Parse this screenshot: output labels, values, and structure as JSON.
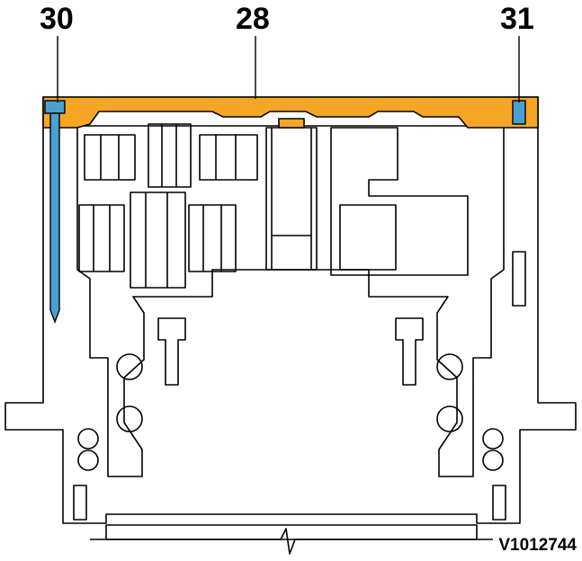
{
  "callouts": {
    "left": "30",
    "center": "28",
    "right": "31"
  },
  "reference_code": "V1012744",
  "colors": {
    "cover_fill": "#f5a623",
    "bolt_fill": "#4aa0d0",
    "line": "#000000",
    "background": "#ffffff"
  }
}
